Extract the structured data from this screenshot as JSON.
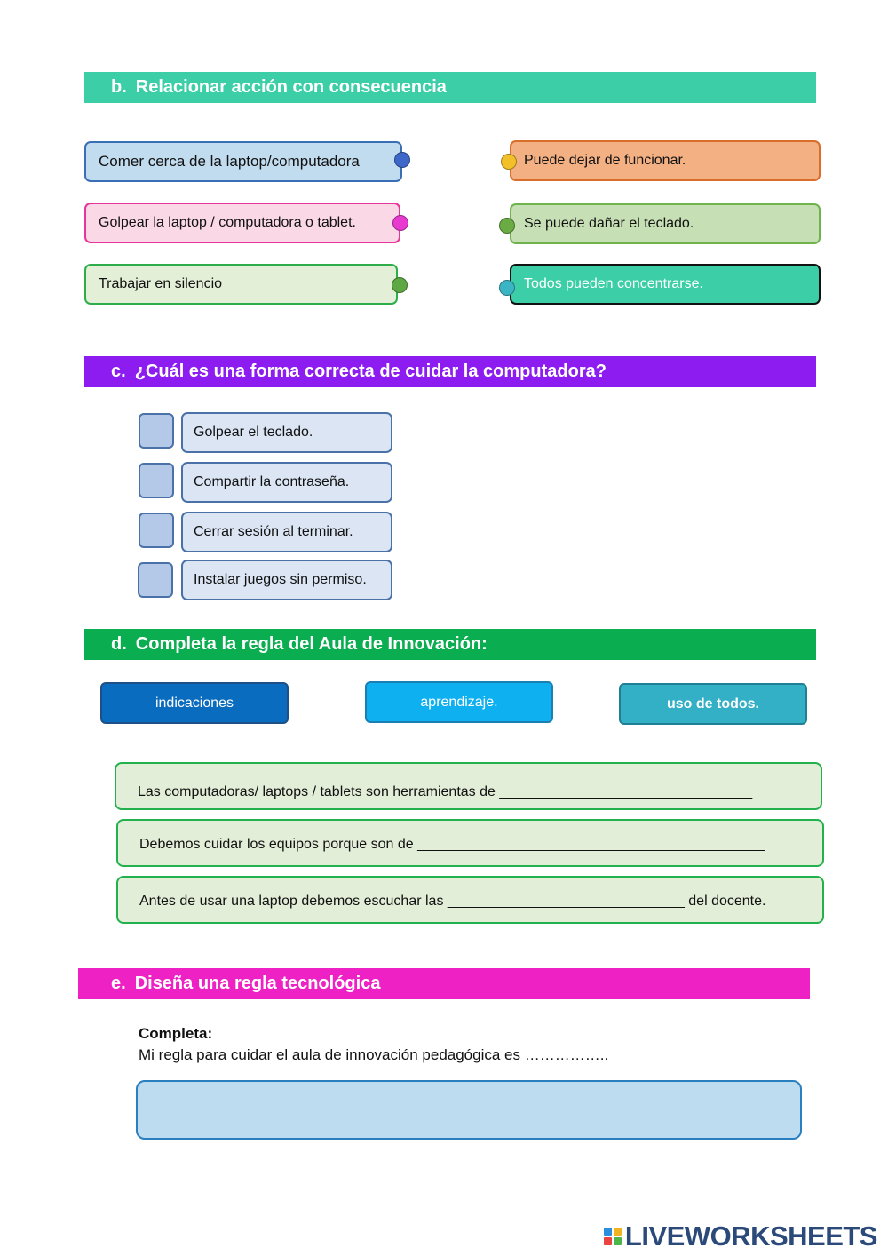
{
  "colors": {
    "section_b": "#3ccfa7",
    "section_c": "#8c1cf0",
    "section_d": "#0aad4f",
    "section_e": "#ee21c4"
  },
  "section_b": {
    "letter": "b.",
    "title": "Relacionar acción con consecuencia",
    "actions": [
      {
        "text": "Comer cerca de la laptop/computadora",
        "bg": "#c2dcef",
        "border": "#3b6fb5",
        "dot": "#3d68c9"
      },
      {
        "text": "Golpear la laptop / computadora o tablet.",
        "bg": "#fbd8e6",
        "border": "#e8359b",
        "dot": "#e83ad0"
      },
      {
        "text": "Trabajar en silencio",
        "bg": "#e3efd7",
        "border": "#2ead4b",
        "dot": "#5ea843"
      }
    ],
    "consequences": [
      {
        "text": "Puede dejar de funcionar.",
        "bg": "#f3b083",
        "border": "#d96d2a",
        "dot": "#f2c029",
        "text_color": "#111111"
      },
      {
        "text": "Se puede dañar el teclado.",
        "bg": "#c6dfb4",
        "border": "#6fb34d",
        "dot": "#6aab44",
        "text_color": "#111111"
      },
      {
        "text": "Todos pueden concentrarse.",
        "bg": "#3ccfa7",
        "border": "#111111",
        "dot": "#3bb4c4",
        "text_color": "#ffffff"
      }
    ]
  },
  "section_c": {
    "letter": "c.",
    "title": "¿Cuál es una forma correcta de cuidar la computadora?",
    "options": [
      {
        "text": "Golpear el teclado."
      },
      {
        "text": "Compartir la contraseña."
      },
      {
        "text": "Cerrar sesión al terminar."
      },
      {
        "text": "Instalar juegos sin permiso."
      }
    ]
  },
  "section_d": {
    "letter": "d.",
    "title": "Completa la regla del Aula de Innovación:",
    "word_bank": [
      {
        "text": "indicaciones",
        "bg": "#0a6cbf",
        "border": "#1e4f86"
      },
      {
        "text": "aprendizaje.",
        "bg": "#0fb0ef",
        "border": "#1a7fb2"
      },
      {
        "text": "uso de todos.",
        "bg": "#33b0c6",
        "border": "#1f7f94"
      }
    ],
    "sentences": [
      {
        "text": "Las computadoras/ laptops / tablets son herramientas de ________________________________"
      },
      {
        "text": "Debemos cuidar los equipos porque son de ____________________________________________"
      },
      {
        "text": "Antes de usar una laptop debemos escuchar las ______________________________ del docente."
      }
    ]
  },
  "section_e": {
    "letter": "e.",
    "title": "Diseña una regla tecnológica",
    "prompt_label": "Completa:",
    "prompt_text": "Mi regla para cuidar el aula de innovación pedagógica es  ……………..",
    "answer_value": ""
  },
  "footer": {
    "logo_text": "LIVEWORKSHEETS"
  }
}
